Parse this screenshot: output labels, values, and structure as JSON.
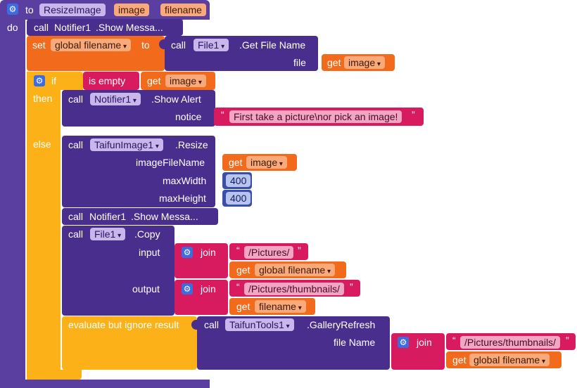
{
  "procedure": {
    "to_label": "to",
    "name": "ResizeImage",
    "params": [
      "image",
      "filename"
    ],
    "do_label": "do"
  },
  "stmt1": {
    "call": "call",
    "component": "Notifier1",
    "method": ".Show Messa..."
  },
  "set_block": {
    "set_label": "set",
    "var": "global filename",
    "to_label": "to",
    "call": "call",
    "component": "File1",
    "method": ".Get File Name",
    "arg_label": "file",
    "get_label": "get",
    "get_var": "image"
  },
  "if_block": {
    "if_label": "if",
    "then_label": "then",
    "else_label": "else",
    "cond_label": "is empty",
    "cond_get_label": "get",
    "cond_get_var": "image"
  },
  "alert_block": {
    "call": "call",
    "component": "Notifier1",
    "method": ".Show Alert",
    "arg_label": "notice",
    "text": "First take a picture\\nor pick an image!"
  },
  "resize_block": {
    "call": "call",
    "component": "TaifunImage1",
    "method": ".Resize",
    "arg1_label": "imageFileName",
    "arg1_get": "get",
    "arg1_var": "image",
    "arg2_label": "maxWidth",
    "arg2_value": "400",
    "arg3_label": "maxHeight",
    "arg3_value": "400"
  },
  "msg_block": {
    "call": "call",
    "component": "Notifier1",
    "method": ".Show Messa..."
  },
  "copy_block": {
    "call": "call",
    "component": "File1",
    "method": ".Copy",
    "input_label": "input",
    "output_label": "output",
    "join_label": "join",
    "input_text": "/Pictures/",
    "input_get": "get",
    "input_var": "global filename",
    "output_text": "/Pictures/thumbnails/",
    "output_get": "get",
    "output_var": "filename"
  },
  "eval_block": {
    "label": "evaluate but ignore result",
    "call": "call",
    "component": "TaifunTools1",
    "method": ".GalleryRefresh",
    "arg_label": "file Name",
    "join_label": "join",
    "text": "/Pictures/thumbnails/",
    "get_label": "get",
    "get_var": "global filename"
  },
  "colors": {
    "procedure": "#5b3fa0",
    "component": "#4a2e8e",
    "variable": "#f26a1b",
    "control": "#fbb117",
    "text": "#d81b5f",
    "math": "#3a4fa6"
  }
}
